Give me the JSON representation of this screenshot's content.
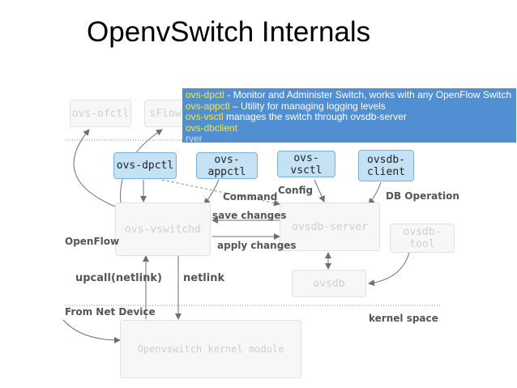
{
  "slide": {
    "title": "OpenvSwitch Internals"
  },
  "boxes": {
    "ovs_ofctl": "ovs-ofctl",
    "sflow": "sFlowT",
    "ovs_dpctl": "ovs-dpctl",
    "ovs_appctl": "ovs-appctl",
    "ovs_vsctl": "ovs-vsctl",
    "ovsdb_client": "ovsdb-\nclient",
    "ovs_vswitchd": "ovs-vswitchd",
    "ovsdb_server": "ovsdb-server",
    "ovsdb_tool": "ovsdb-tool",
    "ovsdb": "ovsdb",
    "kernel_module": "Openvswitch kernel module"
  },
  "labels": {
    "command": "Command",
    "config": "Config",
    "db_operation": "DB Operation",
    "save_changes": "save changes",
    "apply_changes": "apply changes",
    "openflow": "OpenFlow",
    "upcall": "upcall(netlink)",
    "netlink": "netlink",
    "from_net_device": "From Net Device",
    "kernel_space": "kernel space"
  },
  "tooltip": {
    "line1_cmd": "ovs-dpctl",
    "line1_text": " - Monitor and Administer Switch, works with any OpenFlow Switch",
    "line2_cmd": "ovs-appctl",
    "line2_text": " – Utility for managing logging levels",
    "line3_cmd": "ovs-vsctl",
    "line3_text": " manages the switch through ovsdb-server",
    "line4_cmd": "ovs-dbclient",
    "line5_text": "rver"
  },
  "colors": {
    "tooltip_bg": "#4f8fd2",
    "tooltip_cmd": "#f4e84a",
    "box_blue": "#c5e2f5"
  }
}
